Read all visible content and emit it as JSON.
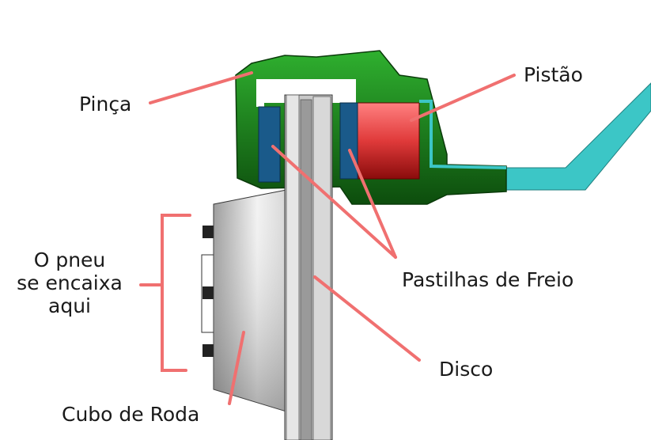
{
  "title": "Freio a disco",
  "labels": {
    "caliper": "Pinça",
    "piston": "Pistão",
    "pads": "Pastilhas de Freio",
    "disc": "Disco",
    "hub": "Cubo de Roda",
    "tire_line1": "O pneu",
    "tire_line2": "se encaixa",
    "tire_line3": "aqui"
  },
  "colors": {
    "caliper": "#1f8a1f",
    "pad": "#1a5a8a",
    "piston": "#e04040",
    "hose": "#3cc6c6",
    "leader": "#f07070",
    "disc": "#b8b8b8"
  }
}
